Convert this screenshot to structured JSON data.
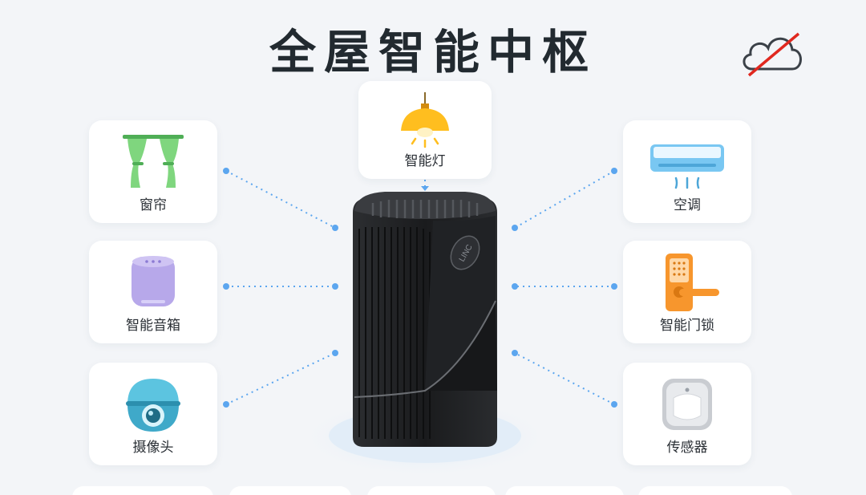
{
  "title": "全屋智能中枢",
  "status_icon": "cloud-off-icon",
  "hub": {
    "logo_text": "LINC"
  },
  "devices": {
    "curtain": {
      "label": "窗帘",
      "icon": "curtain-icon"
    },
    "speaker": {
      "label": "智能音箱",
      "icon": "smart-speaker-icon"
    },
    "camera": {
      "label": "摄像头",
      "icon": "camera-icon"
    },
    "light": {
      "label": "智能灯",
      "icon": "pendant-light-icon"
    },
    "ac": {
      "label": "空调",
      "icon": "air-conditioner-icon"
    },
    "lock": {
      "label": "智能门锁",
      "icon": "door-lock-icon"
    },
    "sensor": {
      "label": "传感器",
      "icon": "sensor-icon"
    }
  },
  "colors": {
    "accent_line": "#5ca6ef",
    "curtain": "#7fd67e",
    "speaker": "#b7a8ea",
    "camera": "#5cc4e0",
    "light": "#ffbe1f",
    "ac": "#79c7f2",
    "lock": "#f7962d",
    "sensor": "#c9ccd1"
  }
}
